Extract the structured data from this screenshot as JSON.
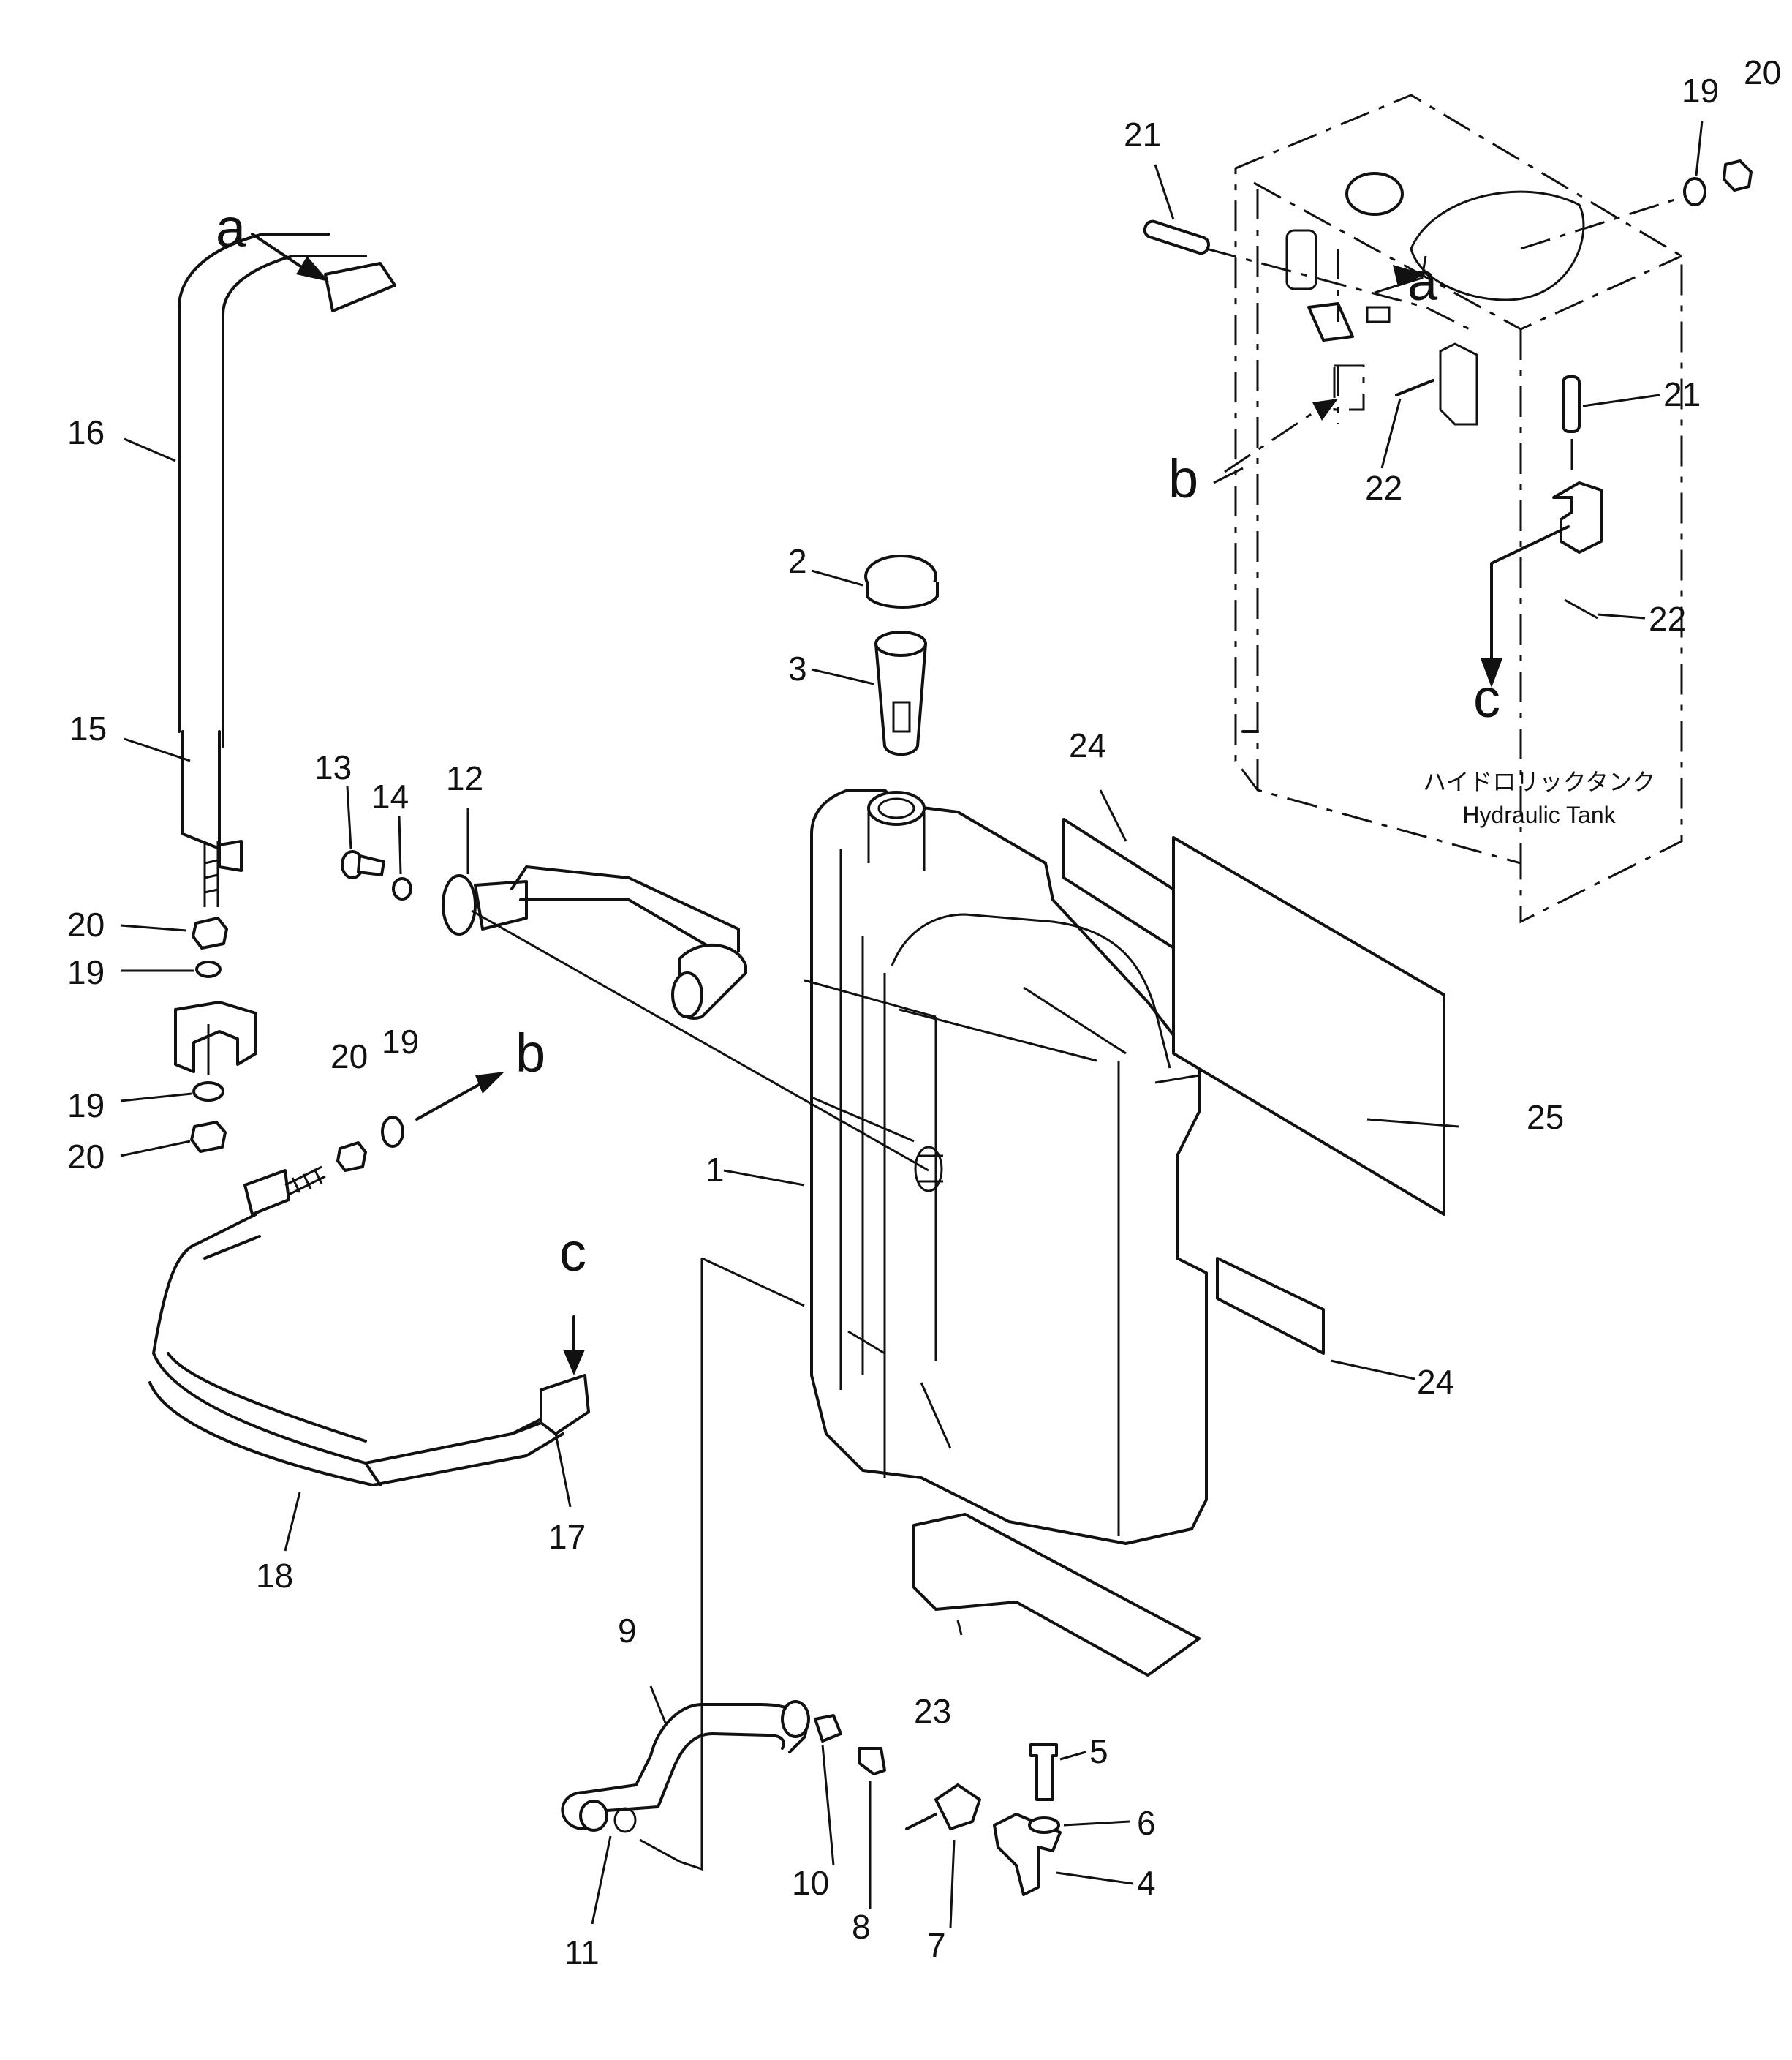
{
  "callouts": {
    "n1": "1",
    "n2": "2",
    "n3": "3",
    "n4": "4",
    "n5": "5",
    "n6": "6",
    "n7": "7",
    "n8": "8",
    "n9": "9",
    "n10": "10",
    "n11": "11",
    "n12": "12",
    "n13": "13",
    "n14": "14",
    "n15": "15",
    "n16": "16",
    "n17": "17",
    "n18": "18",
    "n19a": "19",
    "n19b": "19",
    "n19c": "19",
    "n19d": "19",
    "n20a": "20",
    "n20b": "20",
    "n20c": "20",
    "n20d": "20",
    "n21a": "21",
    "n21b": "21",
    "n22a": "22",
    "n22b": "22",
    "n23": "23",
    "n24a": "24",
    "n24b": "24",
    "n25": "25"
  },
  "refs": {
    "a1": "a",
    "a2": "a",
    "b1": "b",
    "b2": "b",
    "c1": "c",
    "c2": "c"
  },
  "tank_label": {
    "japanese": "ハイドロリックタンク",
    "english": "Hydraulic Tank"
  }
}
